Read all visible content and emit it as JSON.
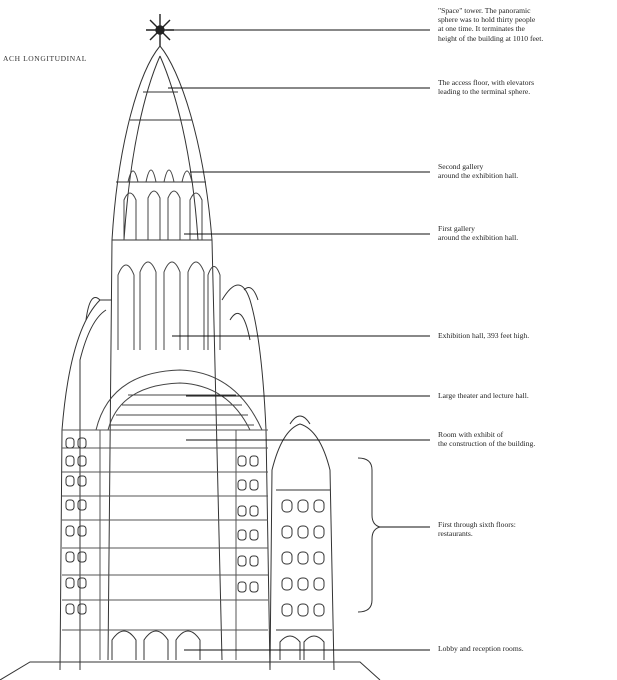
{
  "drawing": {
    "header_label": "ACH LONGITUDINAL",
    "line_color": "#333333",
    "paper_color": "#ffffff"
  },
  "annotations": [
    {
      "id": "space-tower",
      "text": "\"Space\" tower.  The panoramic\nsphere was to hold thirty people\nat one time.  It terminates the\nheight of the building at 1010 feet."
    },
    {
      "id": "access-floor",
      "text": "The access floor, with elevators\nleading to the terminal sphere."
    },
    {
      "id": "second-gallery",
      "text": "Second gallery\naround the exhibition hall."
    },
    {
      "id": "first-gallery",
      "text": "First gallery\naround the exhibition hall."
    },
    {
      "id": "exhibition-hall",
      "text": "Exhibition hall, 393 feet high."
    },
    {
      "id": "large-theater",
      "text": "Large theater and lecture hall."
    },
    {
      "id": "room-exhibit",
      "text": "Room with exhibit of\nthe construction of the building."
    },
    {
      "id": "first-sixth-floors",
      "text": "First through sixth floors:\nrestaurants."
    },
    {
      "id": "lobby",
      "text": "Lobby and reception rooms."
    }
  ]
}
